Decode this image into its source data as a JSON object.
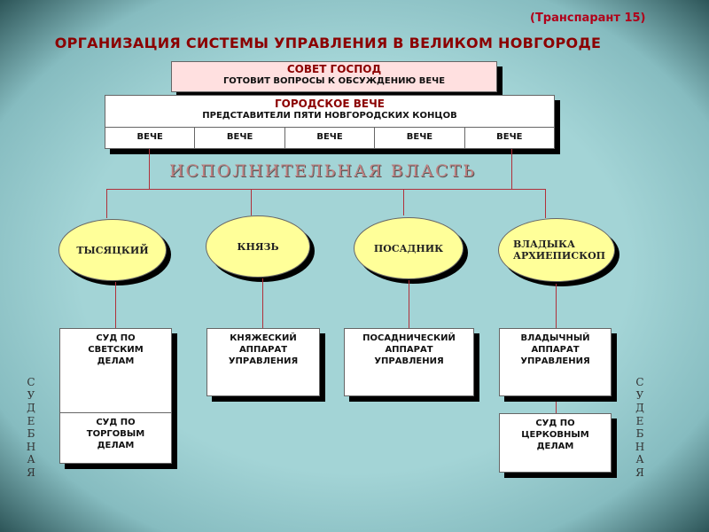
{
  "transparency_label": "(Транспарант 15)",
  "title": "ОРГАНИЗАЦИЯ СИСТЕМЫ УПРАВЛЕНИЯ В ВЕЛИКОМ НОВГОРОДЕ",
  "sovet": {
    "title": "СОВЕТ ГОСПОД",
    "subtitle": "ГОТОВИТ ВОПРОСЫ К ОБСУЖДЕНИЮ ВЕЧЕ"
  },
  "veche": {
    "title": "ГОРОДСКОЕ ВЕЧЕ",
    "subtitle": "ПРЕДСТАВИТЕЛИ ПЯТИ НОВГОРОДСКИХ КОНЦОВ",
    "cells": [
      "ВЕЧЕ",
      "ВЕЧЕ",
      "ВЕЧЕ",
      "ВЕЧЕ",
      "ВЕЧЕ"
    ]
  },
  "executive": "ИСПОЛНИТЕЛЬНАЯ ВЛАСТЬ",
  "officials": [
    "ТЫСЯЦКИЙ",
    "КНЯЗЬ",
    "ПОСАДНИК",
    "ВЛАДЫКА АРХИЕПИСКОП"
  ],
  "boxes": {
    "sud_svet": "СУД  ПО СВЕТСКИМ ДЕЛАМ",
    "sud_torg": "СУД ПО ТОРГОВЫМ ДЕЛАМ",
    "knyaz": "КНЯЖЕСКИЙ АППАРАТ УПРАВЛЕНИЯ",
    "posad": "ПОСАДНИЧЕСКИЙ АППАРАТ УПРАВЛЕНИЯ",
    "vlad": "ВЛАДЫЧНЫЙ АППАРАТ УПРАВЛЕНИЯ",
    "sud_cerk": "СУД ПО ЦЕРКОВНЫМ ДЕЛАМ"
  },
  "side_label": "СУДЕБНАЯ"
}
